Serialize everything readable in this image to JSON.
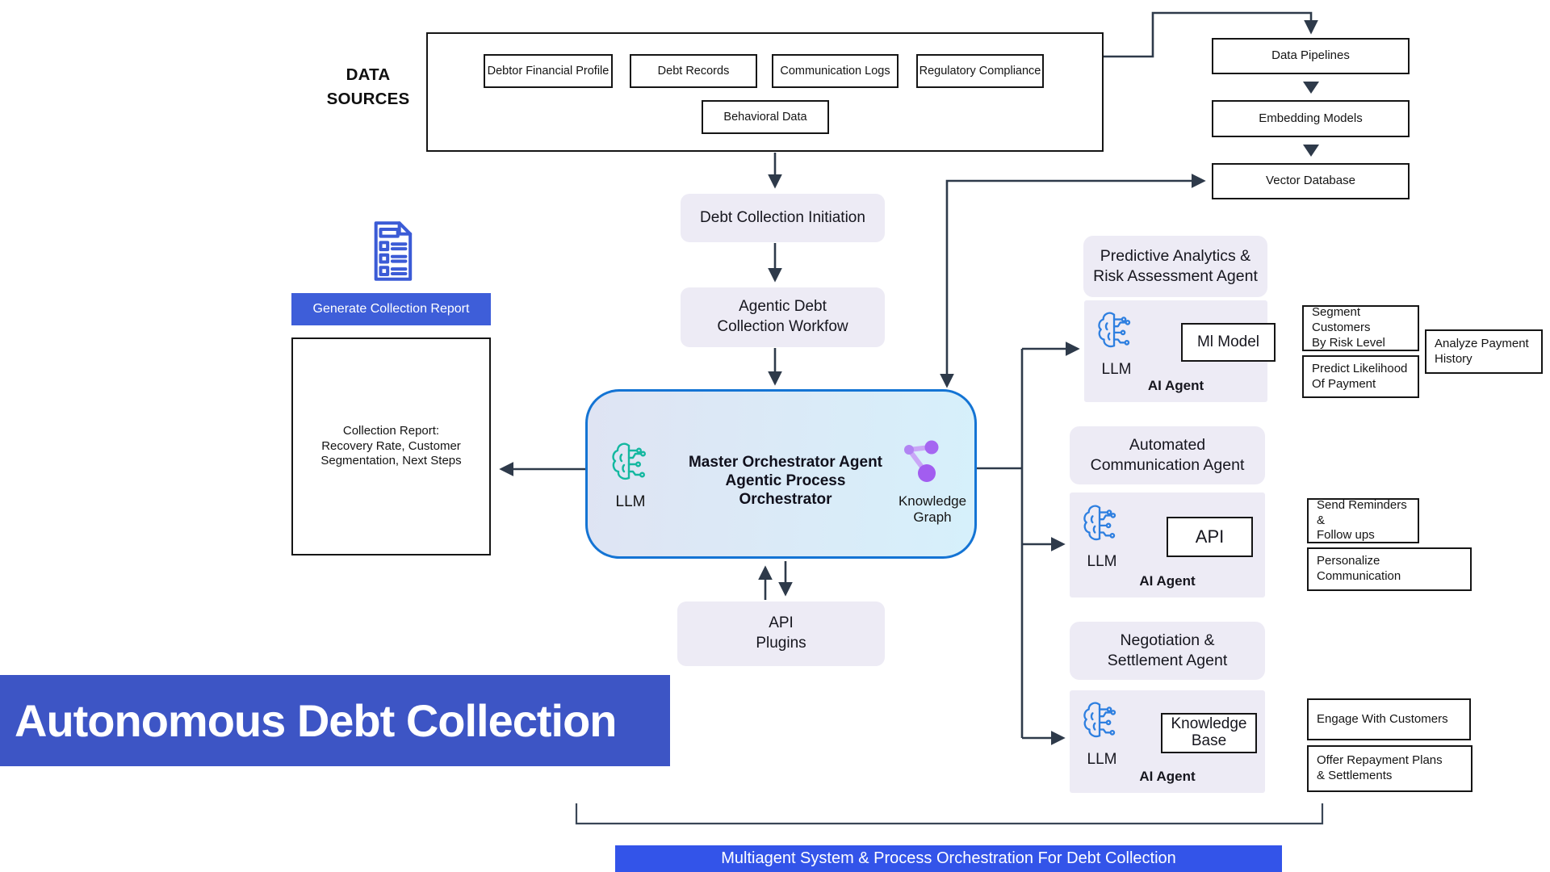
{
  "colors": {
    "accent_blue": "#3e5ed9",
    "title_banner_blue": "#3d55c5",
    "footer_banner_blue": "#3354e9",
    "orchestrator_border_blue": "#1474d4",
    "connector_line": "#2e3a4a",
    "llm_icon_teal": "#14b8a0",
    "agent_llm_icon_blue": "#2e7fe0",
    "knowledge_graph_purple": "#a25df0",
    "card_lavender": "#edebf5"
  },
  "banners": {
    "title": "Autonomous Debt Collection",
    "footer": "Multiagent System & Process Orchestration For Debt Collection"
  },
  "data_sources": {
    "label": "DATA SOURCES",
    "row1": [
      "Debtor Financial Profile",
      "Debt Records",
      "Communication Logs",
      "Regulatory Compliance"
    ],
    "row2": [
      "Behavioral Data"
    ]
  },
  "pipeline": {
    "data_pipelines": "Data Pipelines",
    "embedding_models": "Embedding Models",
    "vector_database": "Vector Database"
  },
  "flow": {
    "initiation": "Debt Collection Initiation",
    "agentic_workflow": [
      "Agentic Debt",
      "Collection Workfow"
    ],
    "api_plugins": [
      "API",
      "Plugins"
    ]
  },
  "orchestrator": {
    "llm_label": "LLM",
    "title_lines": [
      "Master Orchestrator Agent",
      "Agentic Process",
      "Orchestrator"
    ],
    "knowledge_graph_label": [
      "Knowledge",
      "Graph"
    ]
  },
  "report": {
    "button": "Generate Collection Report",
    "box_lines": [
      "Collection Report:",
      "Recovery Rate, Customer",
      "Segmentation, Next Steps"
    ]
  },
  "agents": [
    {
      "name_lines": [
        "Predictive Analytics &",
        "Risk Assessment Agent"
      ],
      "llm_label": "LLM",
      "ai_label": "AI Agent",
      "tool_lines": [
        "Ml Model"
      ],
      "tasks": [
        {
          "lines": [
            "Segment Customers",
            "By Risk Level"
          ]
        },
        {
          "lines": [
            "Predict Likelihood",
            "Of Payment"
          ]
        },
        {
          "lines": [
            "Analyze Payment",
            "History"
          ]
        }
      ]
    },
    {
      "name_lines": [
        "Automated",
        "Communication Agent"
      ],
      "llm_label": "LLM",
      "ai_label": "AI Agent",
      "tool_lines": [
        "API"
      ],
      "tasks": [
        {
          "lines": [
            "Send Reminders &",
            "Follow ups"
          ]
        },
        {
          "lines": [
            "Personalize Communication"
          ]
        }
      ]
    },
    {
      "name_lines": [
        "Negotiation &",
        "Settlement Agent"
      ],
      "llm_label": "LLM",
      "ai_label": "AI Agent",
      "tool_lines": [
        "Knowledge",
        "Base"
      ],
      "tasks": [
        {
          "lines": [
            "Engage With Customers"
          ]
        },
        {
          "lines": [
            "Offer Repayment Plans",
            "& Settlements"
          ]
        }
      ]
    }
  ]
}
